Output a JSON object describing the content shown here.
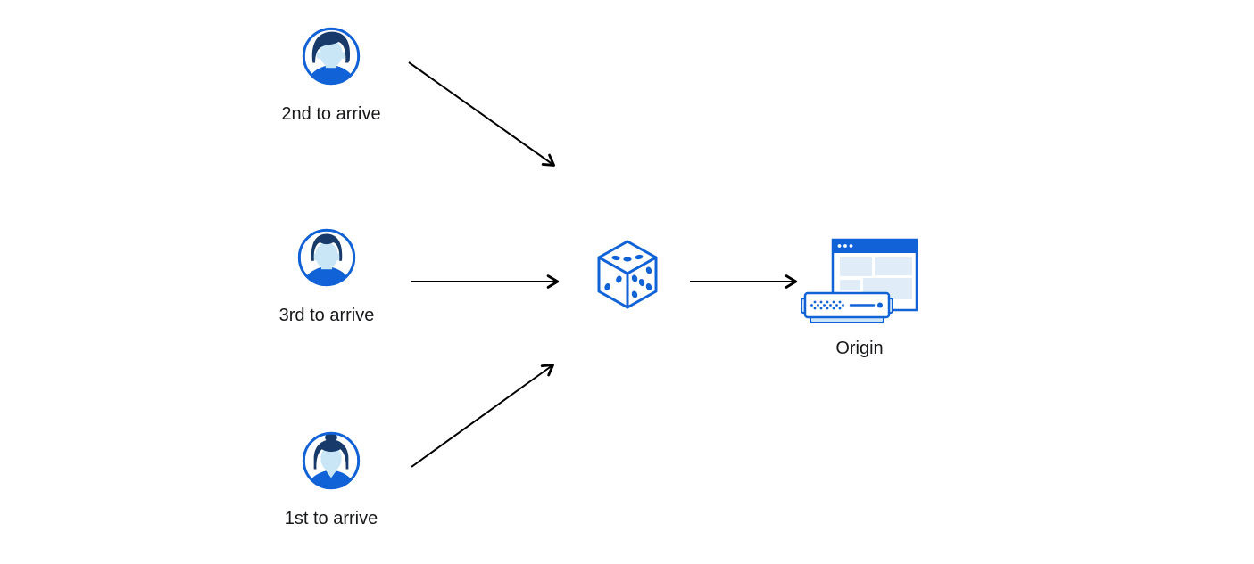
{
  "background": "#ffffff",
  "colors": {
    "primary": "#1062d6",
    "hair": "#173a6a",
    "skin": "#c9e6f6",
    "panel": "#e0edf8",
    "server_base": "#cfe6f8",
    "arrow": "#000000",
    "text": "#17181a",
    "bg": "#ffffff"
  },
  "labels": {
    "visitor_second": "2nd to arrive",
    "visitor_third": "3rd to arrive",
    "visitor_first": "1st to arrive",
    "origin": "Origin"
  },
  "icons": {
    "visitor_second": "avatar-man-icon",
    "visitor_third": "avatar-man-flattop-icon",
    "visitor_first": "avatar-woman-icon",
    "center": "dice-icon",
    "origin": "origin-server-icon"
  },
  "arrows": [
    {
      "from": "visitor_second",
      "to": "dice"
    },
    {
      "from": "visitor_third",
      "to": "dice"
    },
    {
      "from": "visitor_first",
      "to": "dice"
    },
    {
      "from": "dice",
      "to": "origin"
    }
  ]
}
